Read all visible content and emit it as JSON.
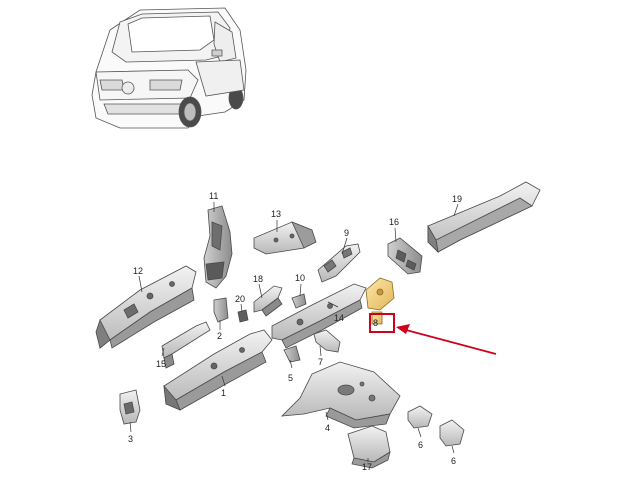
{
  "diagram": {
    "part_labels": [
      "11",
      "13",
      "9",
      "16",
      "19",
      "12",
      "18",
      "10",
      "20",
      "14",
      "2",
      "8",
      "15",
      "7",
      "5",
      "1",
      "4",
      "3",
      "6",
      "6",
      "17"
    ],
    "highlighted_part": "8",
    "colors": {
      "line": "#4a4a4a",
      "part_fill": "#e6e6e6",
      "part_shade": "#9a9a9a",
      "highlight_fill": "#f4d78a",
      "highlight_box": "#d0021b",
      "arrow": "#d0021b"
    }
  }
}
